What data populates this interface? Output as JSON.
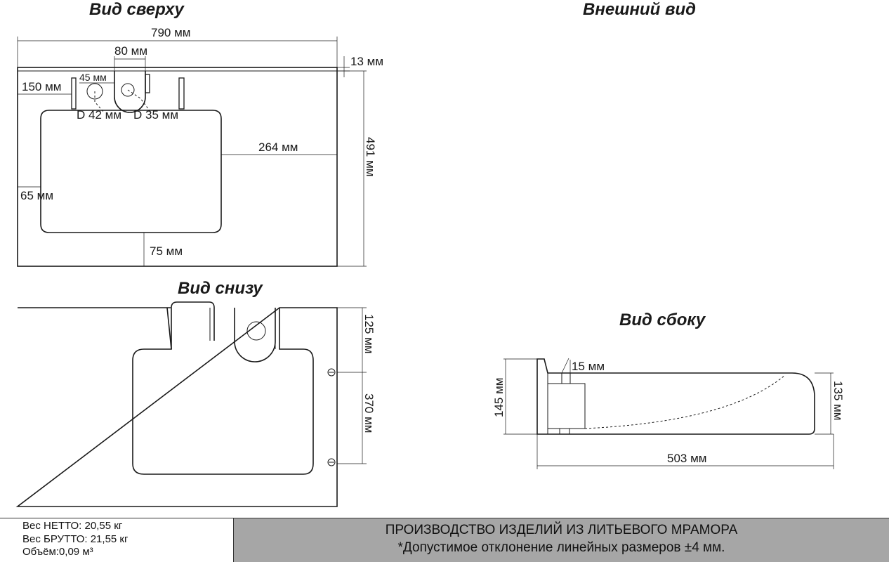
{
  "headings": {
    "top_view": "Вид сверху",
    "exterior_view": "Внешний вид",
    "bottom_view": "Вид снизу",
    "side_view": "Вид сбоку"
  },
  "top_dims": {
    "width": "790 мм",
    "tap_block": "80 мм",
    "small_gap": "45 мм",
    "rim": "13 мм",
    "left_offset": "150 мм",
    "hole_a": "D 42 мм",
    "hole_b": "D 35 мм",
    "right_margin": "264 мм",
    "depth": "491 мм",
    "left_margin": "65 мм",
    "front_margin": "75 мм"
  },
  "bottom_dims": {
    "upper": "125 мм",
    "lower": "370 мм"
  },
  "side_dims": {
    "slot": "15 мм",
    "height_left": "145 мм",
    "height_right": "135 мм",
    "length": "503 мм"
  },
  "specs": {
    "net": "Вес НЕТТО: 20,55 кг",
    "gross": "Вес БРУТТО: 21,55 кг",
    "volume": "Объём:0,09 м³"
  },
  "banner": {
    "title": "ПРОИЗВОДСТВО ИЗДЕЛИЙ ИЗ ЛИТЬЕВОГО МРАМОРА",
    "note": "*Допустимое отклонение линейных размеров ±4 мм."
  }
}
